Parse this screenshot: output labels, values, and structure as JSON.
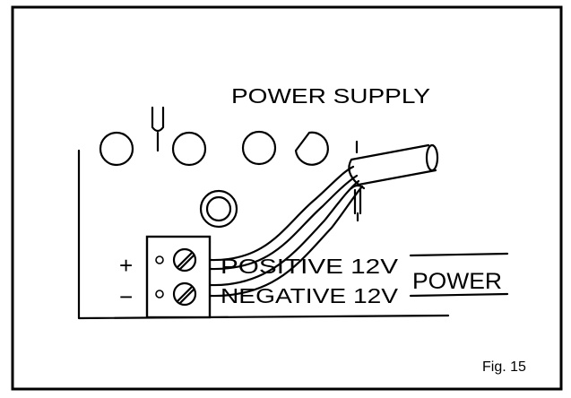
{
  "diagram": {
    "heading": "POWER SUPPLY",
    "plus_sign": "+",
    "minus_sign": "−",
    "positive_label": "POSITIVE 12V",
    "negative_label": "NEGATIVE 12V",
    "power_label": "POWER",
    "caption": "Fig. 15"
  },
  "colors": {
    "ink": "#000000",
    "paper": "#ffffff"
  }
}
